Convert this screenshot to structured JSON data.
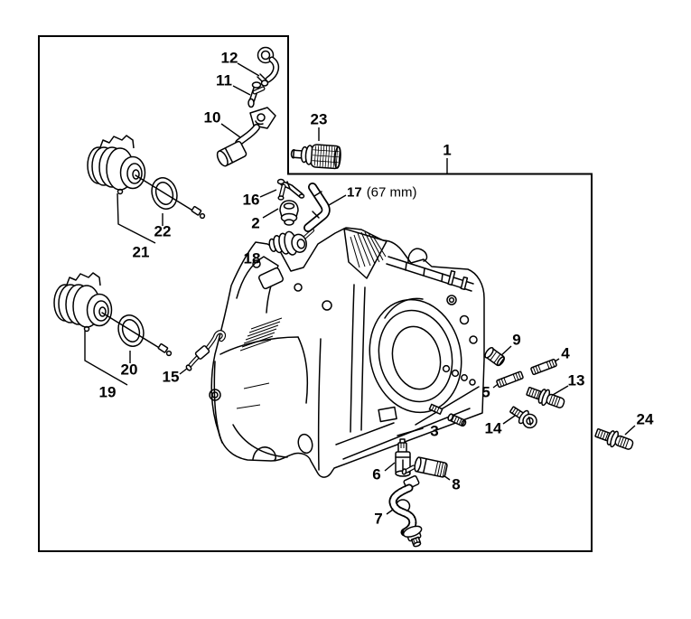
{
  "diagram": {
    "background_color": "#ffffff",
    "line_color": "#000000",
    "callouts": {
      "c1": "1",
      "c2": "2",
      "c3": "3",
      "c4": "4",
      "c5": "5",
      "c6": "6",
      "c7": "7",
      "c8": "8",
      "c9": "9",
      "c10": "10",
      "c11": "11",
      "c12": "12",
      "c13": "13",
      "c14": "14",
      "c15": "15",
      "c16": "16",
      "c17": "17",
      "c17_note": "(67 mm)",
      "c18": "18",
      "c19": "19",
      "c20": "20",
      "c21": "21",
      "c22": "22",
      "c23": "23",
      "c24": "24"
    }
  }
}
